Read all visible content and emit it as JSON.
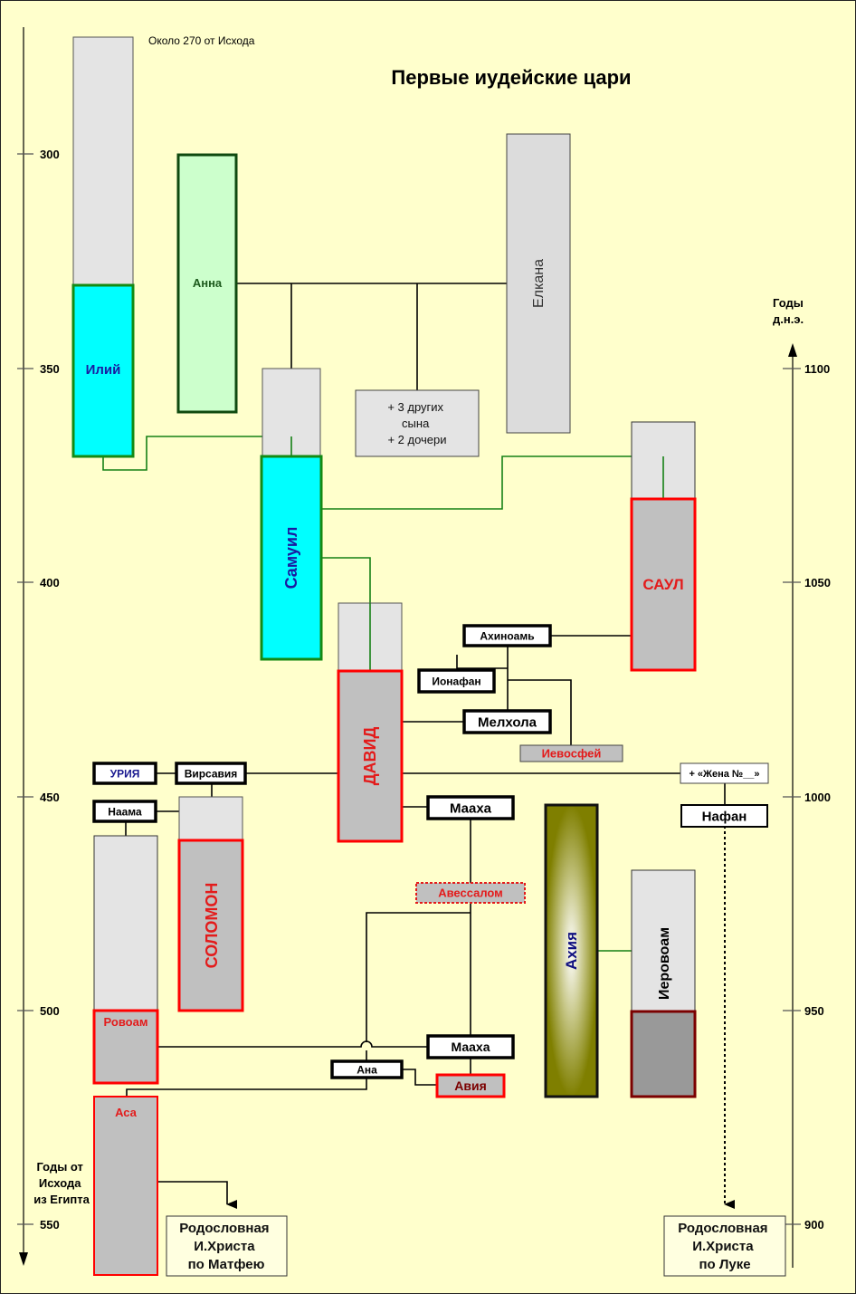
{
  "title": "Первые иудейские цари",
  "note_top": "Около 270 от Исхода",
  "left_axis": {
    "label_lines": [
      "Годы от",
      "Исхода",
      "из Египта"
    ],
    "ticks": [
      "300",
      "350",
      "400",
      "450",
      "500",
      "550"
    ]
  },
  "right_axis": {
    "label_lines": [
      "Годы",
      "д.н.э."
    ],
    "ticks": [
      "1100",
      "1050",
      "1000",
      "950",
      "900"
    ]
  },
  "people": {
    "iliy": "Илий",
    "anna": "Анна",
    "elkana": "Елкана",
    "samuil": "Самуил",
    "saul": "САУЛ",
    "david": "ДАВИД",
    "solomon": "СОЛОМОН",
    "rovoam": "Ровоам",
    "asa": "Аса",
    "akhiya": "Ахия",
    "ierovoam": "Иеровоам"
  },
  "others_box": [
    "+ 3 других",
    "сына",
    "+ 2 дочери"
  ],
  "labels": {
    "akhinoam": "Ахиноамь",
    "ionafan": "Ионафан",
    "melkhola": "Мелхола",
    "ievosfey": "Иевосфей",
    "uriya": "УРИЯ",
    "virsaviya": "Вирсавия",
    "naama": "Наама",
    "maakha1": "Мааха",
    "avessalom": "Авессалом",
    "maakha2": "Мааха",
    "ana": "Ана",
    "aviya": "Авия",
    "zhena": "+ «Жена №__»",
    "nafan": "Нафан"
  },
  "genealogy_matthew": [
    "Родословная",
    "И.Христа",
    "по Матфею"
  ],
  "genealogy_luke": [
    "Родословная",
    "И.Христа",
    "по Луке"
  ],
  "colors": {
    "background": "#ffffcc",
    "king_border": "#ff0000",
    "king_fill": "#c0c0c0",
    "prophet_fill": "#00ffff",
    "prophet_border": "#008000",
    "anna_fill": "#ccffcc",
    "lifespan_fill": "#e4e4e4",
    "akhiya_fill": "#808000"
  }
}
